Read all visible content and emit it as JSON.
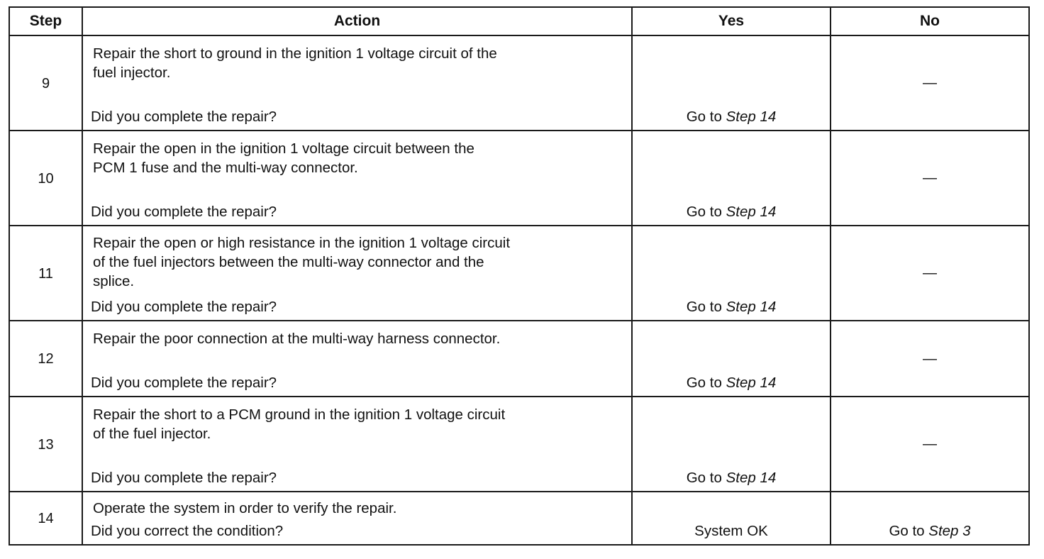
{
  "headers": {
    "step": "Step",
    "action": "Action",
    "yes": "Yes",
    "no": "No"
  },
  "rows": [
    {
      "step": "9",
      "action_lines": [
        "Repair the short to ground in the ignition 1 voltage circuit of the",
        "fuel injector."
      ],
      "question": "Did you complete the repair?",
      "yes_prefix": "Go to",
      "yes_ref": "Step 14",
      "no": "—"
    },
    {
      "step": "10",
      "action_lines": [
        "Repair the open in the ignition 1 voltage circuit between the",
        "PCM 1 fuse and the multi-way connector."
      ],
      "question": "Did you complete the repair?",
      "yes_prefix": "Go to",
      "yes_ref": "Step 14",
      "no": "—"
    },
    {
      "step": "11",
      "action_lines": [
        "Repair the open or high resistance in the ignition 1 voltage circuit",
        "of the fuel injectors between the multi-way connector and the",
        "splice."
      ],
      "question": "Did you complete the repair?",
      "yes_prefix": "Go to",
      "yes_ref": "Step 14",
      "no": "—"
    },
    {
      "step": "12",
      "action_lines": [
        "Repair the poor connection at the multi-way harness connector."
      ],
      "question": "Did you complete the repair?",
      "yes_prefix": "Go to",
      "yes_ref": "Step 14",
      "no": "—"
    },
    {
      "step": "13",
      "action_lines": [
        "Repair the short to a PCM ground in the ignition 1 voltage circuit",
        "of the fuel injector."
      ],
      "question": "Did you complete the repair?",
      "yes_prefix": "Go to",
      "yes_ref": "Step 14",
      "no": "—"
    },
    {
      "step": "14",
      "action_lines": [
        "Operate the system in order to verify the repair."
      ],
      "question": "Did you correct the condition?",
      "yes_text": "System OK",
      "no_prefix": "Go to",
      "no_ref": "Step 3"
    }
  ]
}
